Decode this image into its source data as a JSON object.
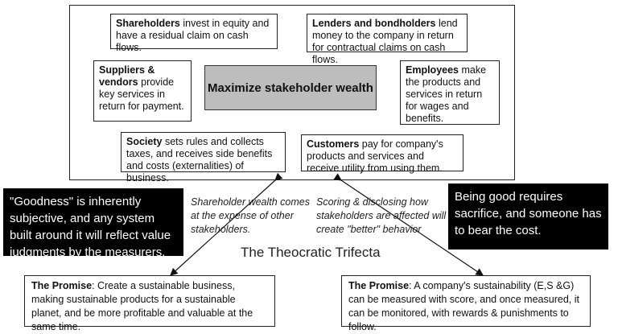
{
  "boxes": {
    "shareholders": {
      "bold": "Shareholders",
      "text": " invest in equity and have a residual claim on cash flows."
    },
    "lenders": {
      "bold": "Lenders and bondholders",
      "text": " lend money to the company in return for contractual claims on cash flows."
    },
    "suppliers": {
      "bold": "Suppliers & vendors",
      "text": " provide key services in return for payment."
    },
    "employees": {
      "bold": "Employees",
      "text": " make the products and services in return for wages and benefits."
    },
    "society": {
      "bold": "Society",
      "text": " sets rules and collects taxes, and receives side benefits and costs (externalities) of business."
    },
    "customers": {
      "bold": "Customers",
      "text": " pay for company's products and services and receive utility from using them."
    }
  },
  "center_label": "Maximize stakeholder wealth",
  "left_black": "\"Goodness\" is inherently subjective, and any system built around it will reflect value judgments by the measurers.",
  "right_black": "Being good requires sacrifice, and someone has to bear the cost.",
  "left_italic": "Shareholder wealth comes at the expense of other stakeholders.",
  "right_italic": "Scoring & disclosing how stakeholders are affected will create \"better\" behavior",
  "title": "The Theocratic Trifecta",
  "promise_left": {
    "bold": "The Promise",
    "text": ": Create a sustainable business, making sustainable products for a sustainable planet, and be more profitable and valuable at the same time."
  },
  "promise_right": {
    "bold": "The Promise",
    "text": ": A company's sustainability (E,S &G) can be measured with score, and once measured, it can be monitored, with rewards & punishments to follow."
  }
}
